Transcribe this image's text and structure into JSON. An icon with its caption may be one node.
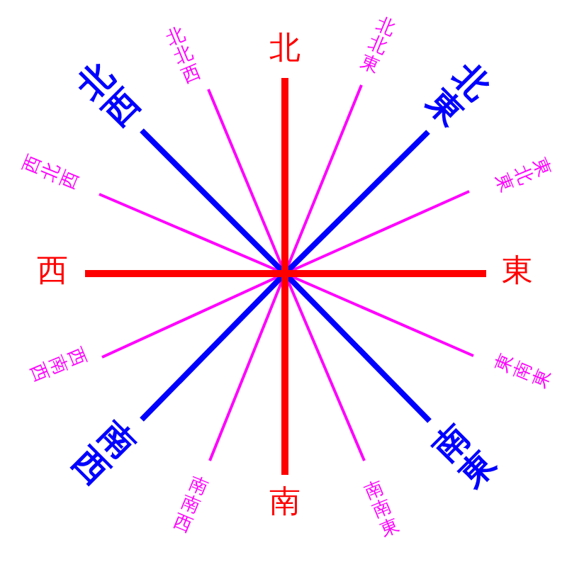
{
  "diagram": {
    "labels": [
      "北北西",
      "北",
      "北北東",
      "北西",
      "北東",
      "西北西",
      "東北東",
      "西",
      "東",
      "西南西",
      "東南東",
      "南西",
      "南東",
      "南南西",
      "南",
      "南南東"
    ]
  }
}
